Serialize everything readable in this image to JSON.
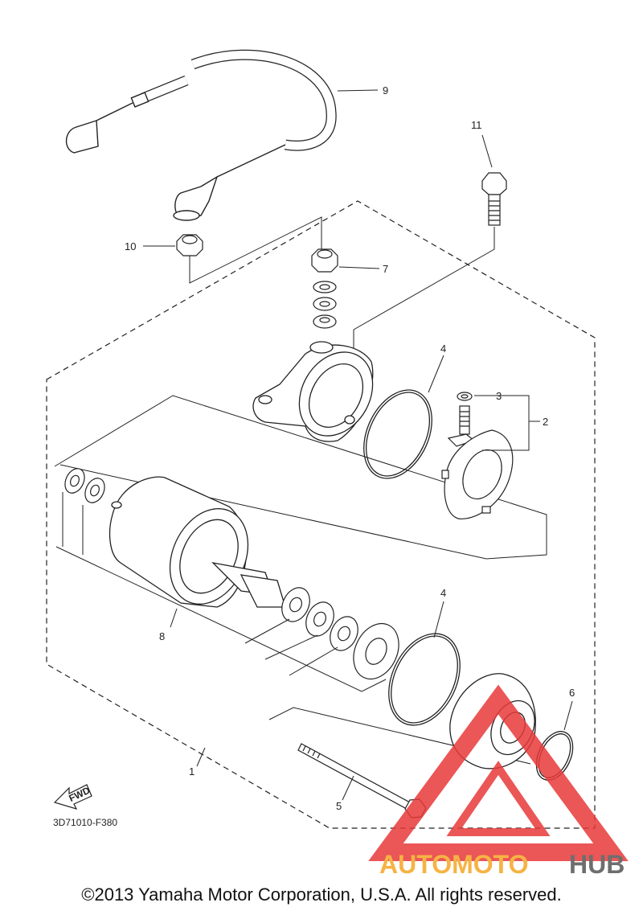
{
  "diagram": {
    "part_labels": {
      "p1": "1",
      "p2": "2",
      "p3": "3",
      "p4a": "4",
      "p4b": "4",
      "p5": "5",
      "p6": "6",
      "p7": "7",
      "p8": "8",
      "p9": "9",
      "p10": "10",
      "p11": "11"
    },
    "figure_code": "3D71010-F380",
    "fwd_label": "FWD"
  },
  "watermark": {
    "part1": "AUTOMOTO",
    "part2": "HUB",
    "colors": {
      "red": "#e8393a",
      "orange": "#f5a623",
      "gray": "#555555"
    }
  },
  "footer": {
    "copyright": "©2013 Yamaha Motor Corporation, U.S.A. All rights reserved."
  }
}
